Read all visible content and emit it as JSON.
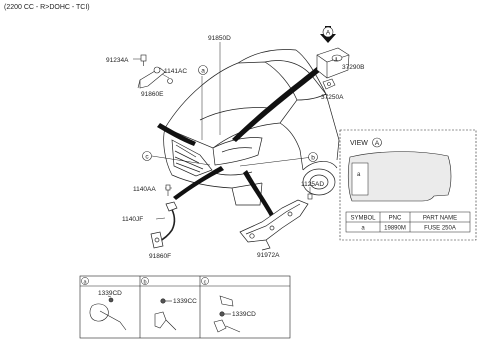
{
  "header": {
    "title": "(2200 CC - R>DOHC - TCI)"
  },
  "callouts": {
    "p91234A": "91234A",
    "p1141AC": "1141AC",
    "p91860E": "91860E",
    "p91850D": "91850D",
    "p37290B": "37290B",
    "p37250A": "37250A",
    "p1140AA": "1140AA",
    "p1140JF": "1140JF",
    "p91860F": "91860F",
    "p1125AD": "1125AD",
    "p91972A": "91972A"
  },
  "markers": {
    "a": "a",
    "b": "b",
    "c": "c",
    "A": "A"
  },
  "view_panel": {
    "label": "VIEW",
    "marker": "A",
    "inner_marker": "a"
  },
  "parts_table": {
    "headers": [
      "SYMBOL",
      "PNC",
      "PART NAME"
    ],
    "rows": [
      {
        "symbol": "a",
        "pnc": "19890M",
        "part_name": "FUSE 250A"
      }
    ]
  },
  "detail_boxes": [
    {
      "marker": "a",
      "part": "1339CD"
    },
    {
      "marker": "b",
      "part": "1339CC"
    },
    {
      "marker": "c",
      "part": "1339CD"
    }
  ],
  "colors": {
    "line": "#222222",
    "ink": "#111111",
    "panel_fill": "#ebebeb"
  }
}
